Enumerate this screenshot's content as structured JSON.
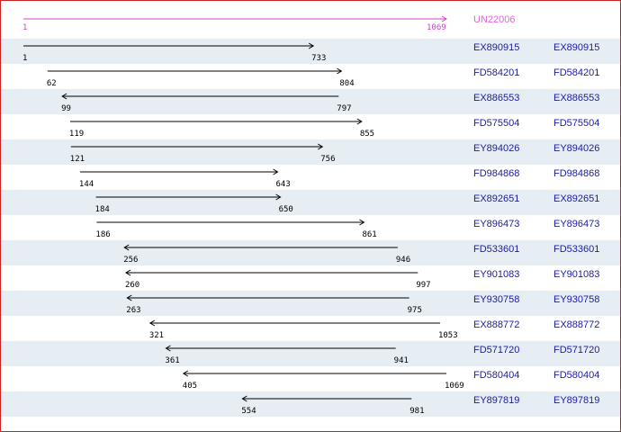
{
  "scale": {
    "min": 1,
    "max": 1069
  },
  "reference": {
    "id": "UN22006",
    "start": "1",
    "end": "1069",
    "color": "#cc44cc"
  },
  "alignments": [
    {
      "id": "EX890915",
      "link": "EX890915",
      "start": "1",
      "end": "733",
      "direction": "forward"
    },
    {
      "id": "FD584201",
      "link": "FD584201",
      "start": "62",
      "end": "804",
      "direction": "forward"
    },
    {
      "id": "EX886553",
      "link": "EX886553",
      "start": "99",
      "end": "797",
      "direction": "reverse"
    },
    {
      "id": "FD575504",
      "link": "FD575504",
      "start": "119",
      "end": "855",
      "direction": "forward"
    },
    {
      "id": "EY894026",
      "link": "EY894026",
      "start": "121",
      "end": "756",
      "direction": "forward"
    },
    {
      "id": "FD984868",
      "link": "FD984868",
      "start": "144",
      "end": "643",
      "direction": "forward"
    },
    {
      "id": "EX892651",
      "link": "EX892651",
      "start": "184",
      "end": "650",
      "direction": "forward"
    },
    {
      "id": "EY896473",
      "link": "EY896473",
      "start": "186",
      "end": "861",
      "direction": "forward"
    },
    {
      "id": "FD533601",
      "link": "FD533601",
      "start": "256",
      "end": "946",
      "direction": "reverse"
    },
    {
      "id": "EY901083",
      "link": "EY901083",
      "start": "260",
      "end": "997",
      "direction": "reverse"
    },
    {
      "id": "EY930758",
      "link": "EY930758",
      "start": "263",
      "end": "975",
      "direction": "reverse"
    },
    {
      "id": "EX888772",
      "link": "EX888772",
      "start": "321",
      "end": "1053",
      "direction": "reverse"
    },
    {
      "id": "FD571720",
      "link": "FD571720",
      "start": "361",
      "end": "941",
      "direction": "reverse"
    },
    {
      "id": "FD580404",
      "link": "FD580404",
      "start": "405",
      "end": "1069",
      "direction": "reverse"
    },
    {
      "id": "EY897819",
      "link": "EY897819",
      "start": "554",
      "end": "981",
      "direction": "reverse"
    }
  ],
  "colors": {
    "arrow": "#000000",
    "row_alt": "#e6eef4",
    "link": "#1a1aaa",
    "border": "#cc2222"
  }
}
